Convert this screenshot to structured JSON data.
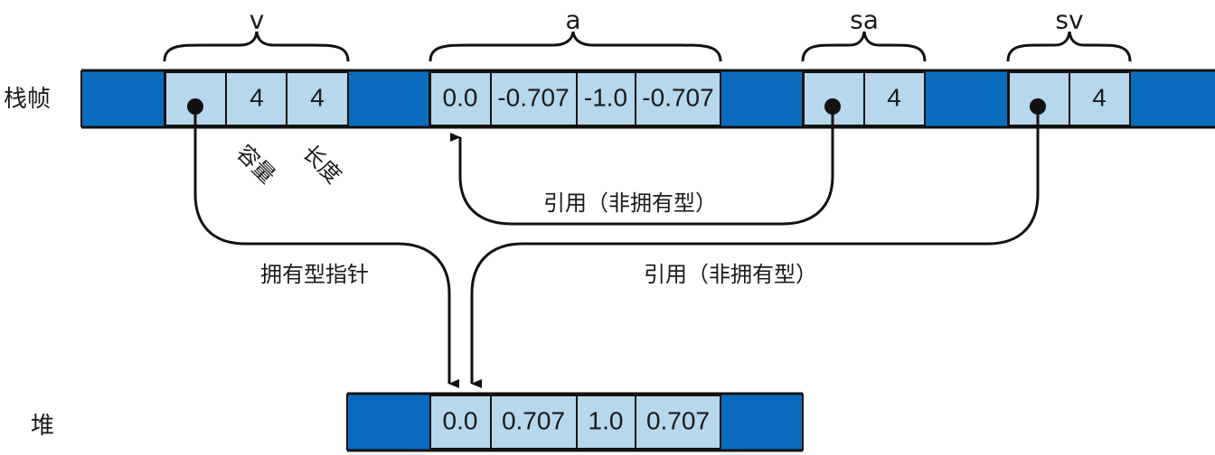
{
  "row_labels": {
    "stack": "栈帧",
    "heap": "堆"
  },
  "variables": {
    "v": "v",
    "a": "a",
    "sa": "sa",
    "sv": "sv"
  },
  "stack_cells": {
    "v_capacity": "4",
    "v_length": "4",
    "a0": "0.0",
    "a1": "-0.707",
    "a2": "-1.0",
    "a3": "-0.707",
    "sa_len": "4",
    "sv_len": "4"
  },
  "field_labels": {
    "capacity": "容量",
    "length": "长度"
  },
  "arrow_labels": {
    "sa_ref": "引用（非拥有型）",
    "owning_pointer": "拥有型指针",
    "sv_ref": "引用（非拥有型）"
  },
  "heap_cells": [
    "0.0",
    "0.707",
    "1.0",
    "0.707"
  ],
  "colors": {
    "dark_blue": "#0a6cbc",
    "light_blue": "#b7d7ec",
    "line": "#111111"
  }
}
